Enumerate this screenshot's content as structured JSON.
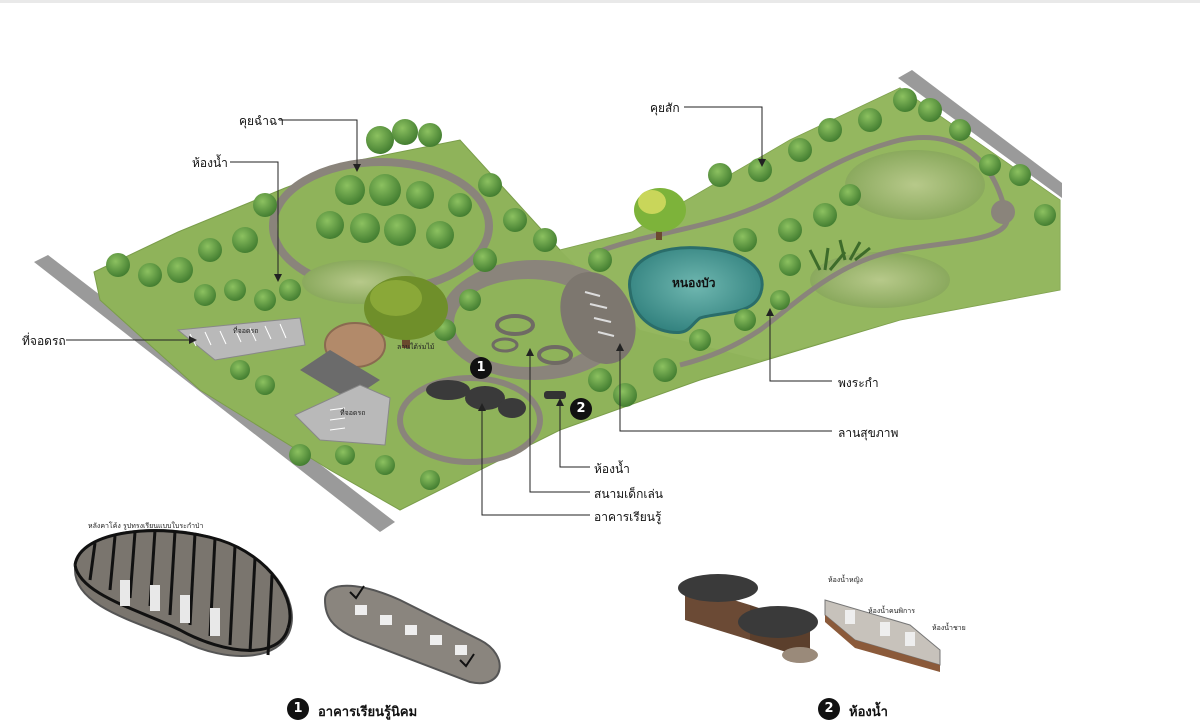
{
  "labels": {
    "khoi_chacha": "คุยฉำฉา",
    "toilet_top": "ห้องน้ำ",
    "parking_left": "ที่จอดรถ",
    "khoi_sak": "คุยสัก",
    "pond": "หนองบัว",
    "reeds": "พงระกำ",
    "health_plaza": "ลานสุขภาพ",
    "toilet_bottom": "ห้องน้ำ",
    "playground": "สนามเด็กเล่น",
    "learning_building": "อาคารเรียนรู้"
  },
  "map_small_labels": {
    "parking_1": "ที่จอดรถ",
    "parking_2": "ที่จอดรถ",
    "tree_sign": "ลานใต้ร่มไม้"
  },
  "markers": {
    "one": "1",
    "two": "2"
  },
  "detail_labels": {
    "roof_note": "หลังคาโค้ง รูปทรงเรียนแบบใบระกำป่า",
    "toilet_women": "ห้องน้ำหญิง",
    "toilet_disabled": "ห้องน้ำคนพิการ",
    "toilet_men": "ห้องน้ำชาย"
  },
  "captions": {
    "one_number": "1",
    "one_title": "อาคารเรียนรู้นิคม",
    "two_number": "2",
    "two_title": "ห้องน้ำ"
  },
  "colors": {
    "grass": "#8fb35a",
    "path": "#8a847b",
    "pond": "#3f8f8c",
    "tree": "#4f8a3a",
    "road": "#9a9a9a"
  }
}
